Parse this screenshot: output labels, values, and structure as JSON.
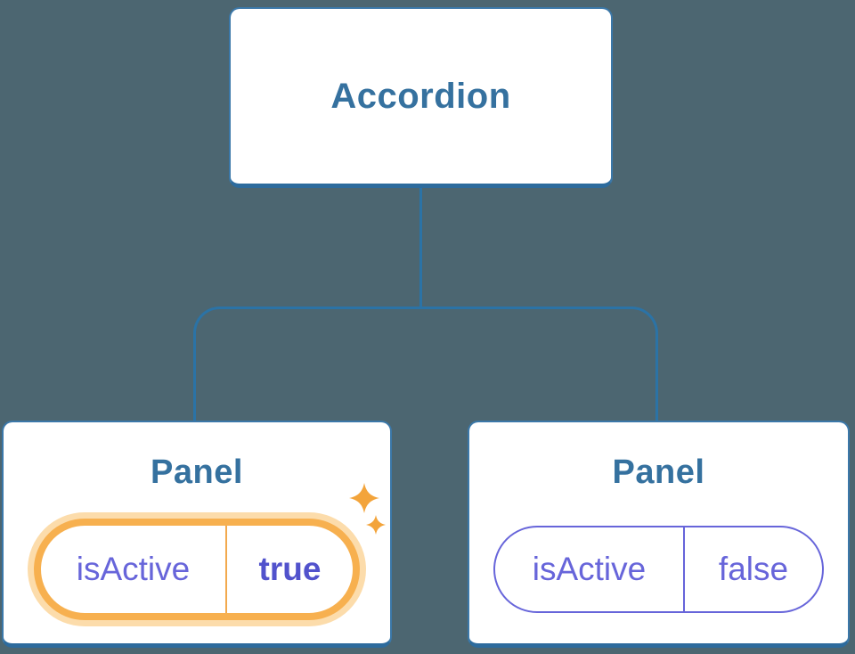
{
  "diagram": {
    "root": {
      "label": "Accordion"
    },
    "panels": [
      {
        "title": "Panel",
        "prop_name": "isActive",
        "prop_value": "true",
        "state": "active-highlighted"
      },
      {
        "title": "Panel",
        "prop_name": "isActive",
        "prop_value": "false",
        "state": "inactive"
      }
    ]
  },
  "icons": {
    "sparkles": "four-point-star-sparkles"
  },
  "colors": {
    "bg": "#4c6671",
    "line": "#2b73a6",
    "card-border": "#3b78a9",
    "card-border-bottom": "#2d6b9d",
    "title": "#35719f",
    "purple": "#6765da",
    "purple-bold": "#5152cc",
    "orange": "#f7b04f",
    "orange-glow": "#fcdcab",
    "orange-divider": "#f2a94e",
    "sparkle": "#f3a43b"
  }
}
